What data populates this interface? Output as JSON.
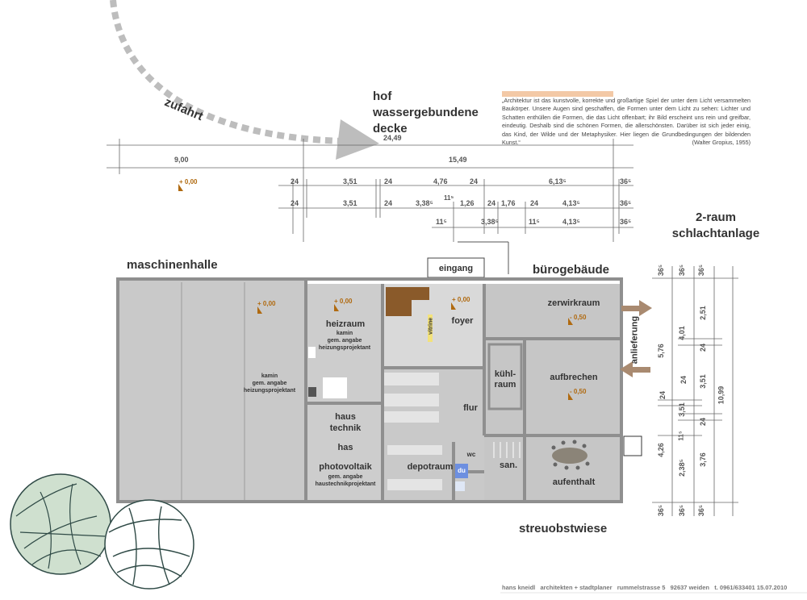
{
  "labels": {
    "zufahrt": "zufahrt",
    "hof_line1": "hof",
    "hof_line2": "wassergebundene",
    "hof_line3": "decke",
    "maschinenhalle": "maschinenhalle",
    "eingang": "eingang",
    "buerogebaeude": "bürogebäude",
    "schlacht_line1": "2-raum",
    "schlacht_line2": "schlachtanlage",
    "streuobstwiese": "streuobstwiese",
    "anlieferung": "anlieferung"
  },
  "quote": {
    "text": "„Architektur ist das kunstvolle, korrekte und großartige Spiel der unter dem Licht versammelten Baukörper. Unsere Augen sind geschaffen, die Formen unter dem Licht zu sehen: Lichter und Schatten enthüllen die Formen, die das Licht offenbart; ihr Bild erscheint uns rein und greifbar, eindeutig. Deshalb sind die schönen Formen, die allerschönsten. Darüber ist sich jeder einig, das Kind, der Wilde und der Metaphysiker. Hier liegen die Grundbedingungen der bildenden Kunst.“",
    "author": "(Walter Gropius, 1955)"
  },
  "rooms": {
    "heizraum": "heizraum",
    "heizraum_note1": "kamin",
    "heizraum_note2": "gem. angabe",
    "heizraum_note3": "heizungsprojektant",
    "halle_note1": "kamin",
    "halle_note2": "gem. angabe",
    "halle_note3": "heizungsprojektant",
    "foyer": "foyer",
    "vitrine": "vitrine",
    "zerwirkraum": "zerwirkraum",
    "kuehlraum_line1": "kühl-",
    "kuehlraum_line2": "raum",
    "aufbrechen": "aufbrechen",
    "flur": "flur",
    "haustechnik_line1": "haus",
    "haustechnik_line2": "technik",
    "haustechnik_line3": "has",
    "photovoltaik": "photovoltaik",
    "pv_note1": "gem. angabe",
    "pv_note2": "haustechnikprojektant",
    "depotraum": "depotraum",
    "wc": "wc",
    "du": "du",
    "san": "san.",
    "aufenthalt": "aufenthalt"
  },
  "levels": {
    "top": "+ 0,00",
    "halle": "+ 0,00",
    "heizraum": "+ 0,00",
    "foyer": "+ 0,00",
    "zerwirk": "- 0,50",
    "aufbrechen": "- 0,50"
  },
  "dims_top": {
    "total": "24,49",
    "a": "9,00",
    "b": "15,49",
    "r1": [
      "24",
      "3,51",
      "24",
      "4,76",
      "24",
      "6,13⁵",
      "36⁵"
    ],
    "r2": [
      "24",
      "3,51",
      "24",
      "3,38⁵",
      "11⁵",
      "1,26",
      "24",
      "1,76",
      "24",
      "4,13⁵",
      "36⁵"
    ],
    "r3": [
      "11⁵",
      "3,38⁵",
      "11⁵",
      "4,13⁵",
      "36⁵"
    ]
  },
  "dims_right": {
    "c1": [
      "36⁵",
      "5,76",
      "24",
      "4,26",
      "36⁵"
    ],
    "c2": [
      "36⁵",
      "4,01",
      "24",
      "3,51",
      "11⁵",
      "2,38⁵",
      "36⁵"
    ],
    "c3": [
      "36⁵",
      "2,51",
      "24",
      "3,51",
      "24",
      "3,76",
      "36⁵"
    ],
    "total": "10,99"
  },
  "footer": "hans kneidl   architekten + stadtplaner   rummelstrasse 5   92637 weiden   t. 0961/633401 15.07.2010",
  "colors": {
    "wall": "#8f8f8f",
    "floor": "#c9c9c9",
    "floor_light": "#dedede",
    "level_mark": "#b06a10",
    "arrow": "#a98a70",
    "tree": "#2f4a46",
    "tree_fill": "#cfe0cf"
  }
}
